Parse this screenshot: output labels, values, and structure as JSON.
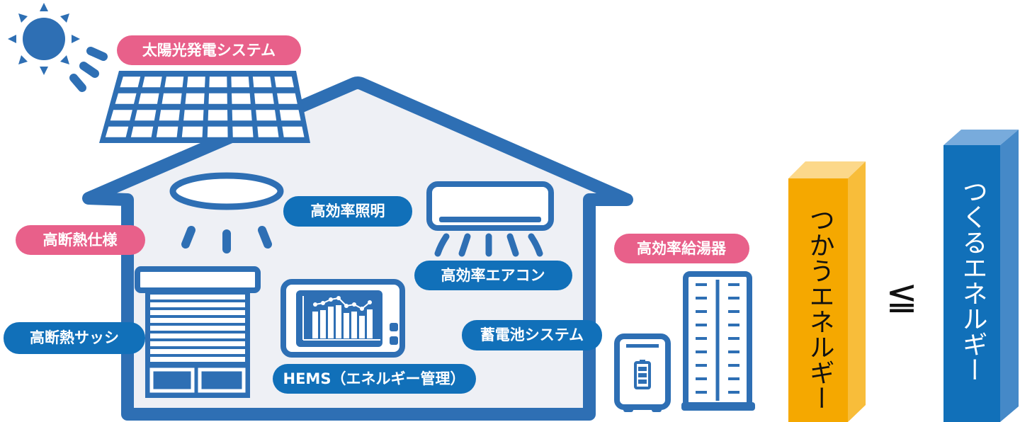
{
  "labels": {
    "solar": "太陽光発電システム",
    "insulation": "高断熱仕様",
    "lighting": "高効率照明",
    "aircon": "高効率エアコン",
    "water_heater": "高効率給湯器",
    "battery": "蓄電池システム",
    "sash": "高断熱サッシ",
    "hems": "HEMS（エネルギー管理）"
  },
  "comparison": {
    "use_energy": "つかうエネルギー",
    "relation": "≦",
    "make_energy": "つくるエネルギー"
  },
  "colors": {
    "blue": "#2e6fb4",
    "label_blue": "#1170b9",
    "pink": "#e8608a",
    "house_fill": "#eef0f5",
    "orange": "#f5a800",
    "bar_blue": "#1170b9"
  }
}
